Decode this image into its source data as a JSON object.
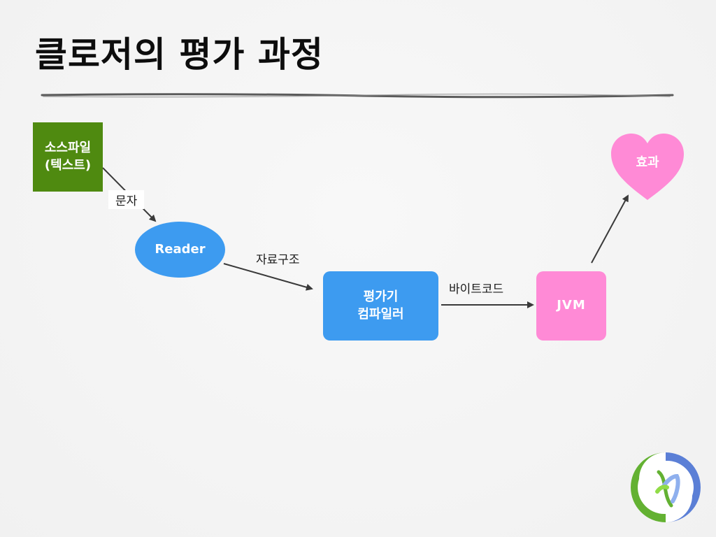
{
  "slide": {
    "title": "클로저의 평가 과정"
  },
  "diagram": {
    "nodes": {
      "source": {
        "label": "소스파일\n(텍스트)",
        "color": "#4f8a10"
      },
      "reader": {
        "label": "Reader",
        "color": "#3d9bf0"
      },
      "compiler": {
        "label": "평가기\n컴파일러",
        "color": "#3d9bf0"
      },
      "jvm": {
        "label": "JVM",
        "color": "#ff8ad6"
      },
      "effect": {
        "label": "효과",
        "color": "#ff8ad6"
      }
    },
    "edges": {
      "source_to_reader": "문자",
      "reader_to_compiler": "자료구조",
      "compiler_to_jvm": "바이트코드"
    }
  },
  "logo": {
    "icon": "clojure-logo-icon"
  }
}
